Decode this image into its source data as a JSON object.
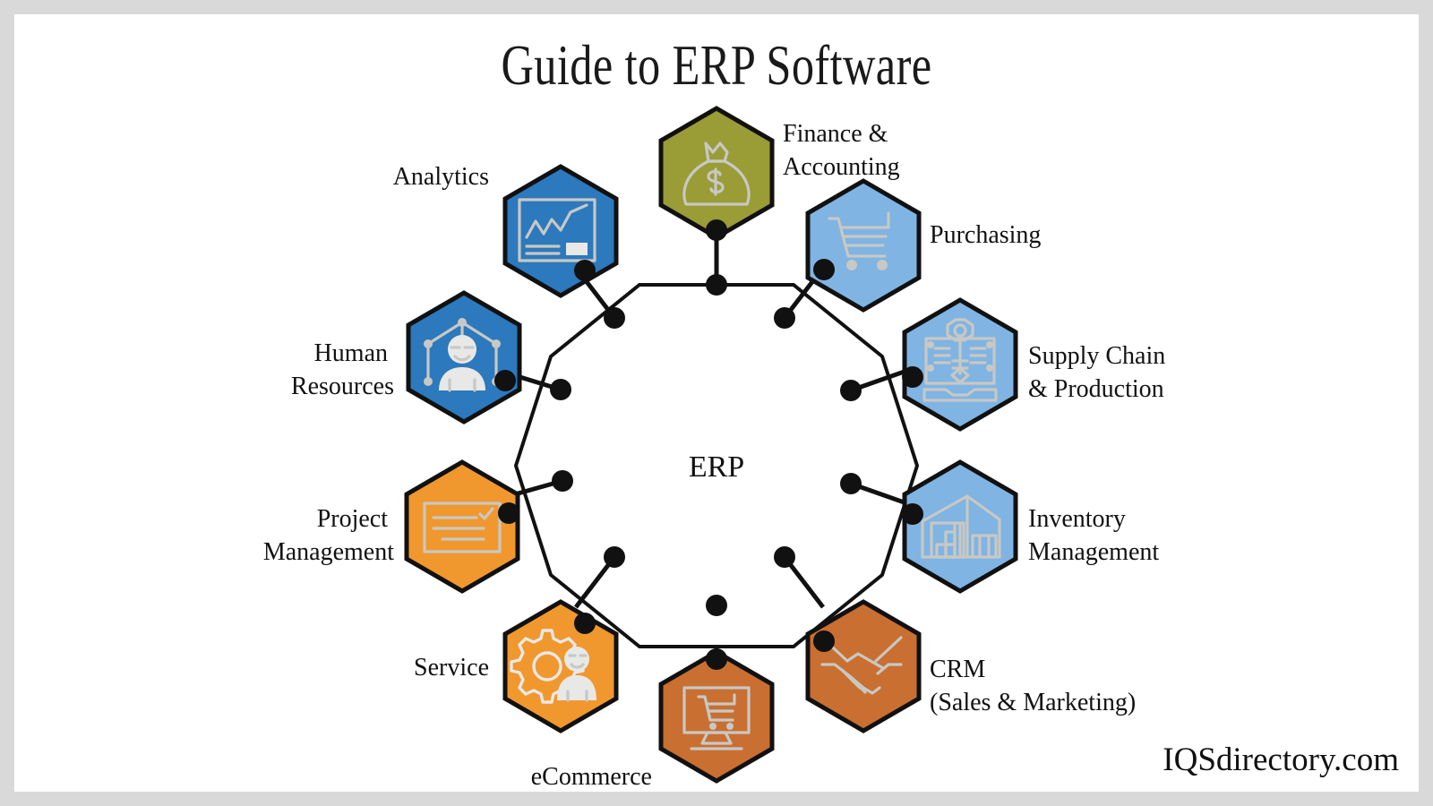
{
  "page": {
    "title": "Guide to ERP Software",
    "watermark": "IQSdirectory.com",
    "frame_color": "#d9d9d9",
    "background": "#ffffff"
  },
  "diagram": {
    "type": "hub-and-spoke",
    "center_label": "ERP",
    "ring_shape": "decagon",
    "node_count": 10,
    "nodes": [
      {
        "id": "finance-accounting",
        "label": "Finance &\nAccounting",
        "label_line1": "Finance &",
        "label_line2": "Accounting",
        "color": "#9a9c36",
        "icon": "money-bag-icon",
        "position": "top"
      },
      {
        "id": "purchasing",
        "label": "Purchasing",
        "label_line1": "Purchasing",
        "label_line2": "",
        "color": "#7fb4e3",
        "icon": "shopping-cart-icon",
        "position": "top-right"
      },
      {
        "id": "supply-chain-production",
        "label": "Supply Chain\n& Production",
        "label_line1": "Supply Chain",
        "label_line2": "& Production",
        "color": "#7fb4e3",
        "icon": "production-network-icon",
        "position": "right-upper"
      },
      {
        "id": "inventory-management",
        "label": "Inventory\nManagement",
        "label_line1": "Inventory",
        "label_line2": "Management",
        "color": "#7fb4e3",
        "icon": "warehouse-icon",
        "position": "right-lower"
      },
      {
        "id": "crm-sales-marketing",
        "label": "CRM\n(Sales & Marketing)",
        "label_line1": "CRM",
        "label_line2": "(Sales & Marketing)",
        "color": "#c96f31",
        "icon": "handshake-icon",
        "position": "bottom-right"
      },
      {
        "id": "ecommerce",
        "label": "eCommerce",
        "label_line1": "eCommerce",
        "label_line2": "",
        "color": "#c96f31",
        "icon": "monitor-cart-icon",
        "position": "bottom"
      },
      {
        "id": "service",
        "label": "Service",
        "label_line1": "Service",
        "label_line2": "",
        "color": "#f0982e",
        "icon": "gear-person-icon",
        "position": "bottom-left"
      },
      {
        "id": "project-management",
        "label": "Project\nManagement",
        "label_line1": "Project",
        "label_line2": "Management",
        "color": "#f0982e",
        "icon": "checklist-document-icon",
        "position": "left-lower"
      },
      {
        "id": "human-resources",
        "label": "Human\nResources",
        "label_line1": "Human",
        "label_line2": "Resources",
        "color": "#2c79bd",
        "icon": "org-chart-person-icon",
        "position": "left-upper"
      },
      {
        "id": "analytics",
        "label": "Analytics",
        "label_line1": "Analytics",
        "label_line2": "",
        "color": "#2c79bd",
        "icon": "analytics-chart-icon",
        "position": "top-left"
      }
    ]
  }
}
